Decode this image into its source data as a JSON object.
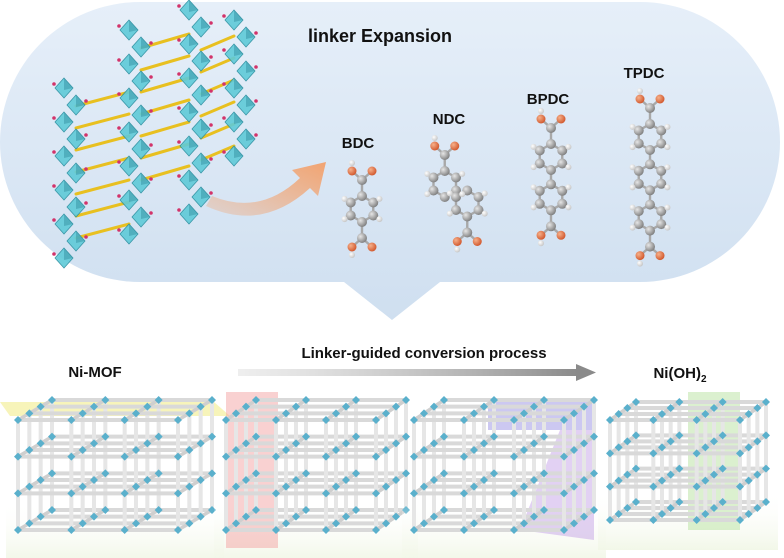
{
  "top_panel": {
    "title": "linker Expansion",
    "linkers": [
      {
        "name": "BDC",
        "rings": 1,
        "fused": false
      },
      {
        "name": "NDC",
        "rings": 2,
        "fused": true
      },
      {
        "name": "BPDC",
        "rings": 2,
        "fused": false
      },
      {
        "name": "TPDC",
        "rings": 3,
        "fused": false
      }
    ]
  },
  "bottom_panel": {
    "left_label": "Ni-MOF",
    "process_label": "Linker-guided conversion process",
    "right_label_main": "Ni(OH)",
    "right_label_sub": "2"
  },
  "colors": {
    "panel_fill": "#dce8f6",
    "octahedra": "#5fcad8",
    "linker_bars": "#e8c020",
    "arrow_orange": "#f3a06a",
    "carbon": "#9a9a9a",
    "oxygen": "#e06a3a",
    "hydrogen": "#f2f2f2",
    "lattice_node": "#5ab0cc",
    "plane_yellow": "#f4ef9c",
    "plane_red": "#f29a9a",
    "plane_blue": "#8f86e0",
    "plane_purple": "#b78be0",
    "plane_green": "#b8e2a0"
  }
}
